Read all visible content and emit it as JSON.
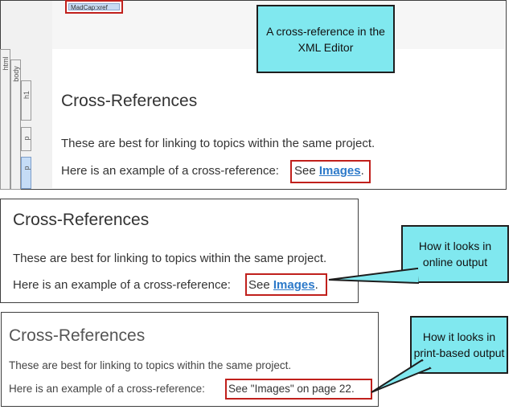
{
  "editor_panel": {
    "structure_bars": [
      "html",
      "body",
      "h1",
      "p",
      "p"
    ],
    "xref_tag": "MadCap:xref",
    "heading": "Cross-References",
    "paragraph1": "These are best for linking to topics within the same project.",
    "paragraph2_prefix": "Here is an example of a cross-reference:",
    "xref_see": "See",
    "xref_link": "Images",
    "xref_after": "."
  },
  "online_panel": {
    "heading": "Cross-References",
    "paragraph1": "These are best for linking to topics within the same project.",
    "paragraph2_prefix": "Here is an example of a cross-reference:",
    "xref_see": "See",
    "xref_link": "Images",
    "xref_after": "."
  },
  "print_panel": {
    "heading": "Cross-References",
    "paragraph1": "These are best for linking to topics within the same project.",
    "paragraph2_prefix": "Here is an example of a cross-reference:",
    "xref_text": "See \"Images\" on page 22."
  },
  "callouts": {
    "editor": "A cross-reference in the XML Editor",
    "online": "How it looks in online output",
    "print": "How it looks in print-based output"
  },
  "colors": {
    "callout_fill": "#80e8ef",
    "highlight_border": "#c0201c",
    "link": "#2c79c9",
    "selected_bar": "#c5dcf6"
  }
}
